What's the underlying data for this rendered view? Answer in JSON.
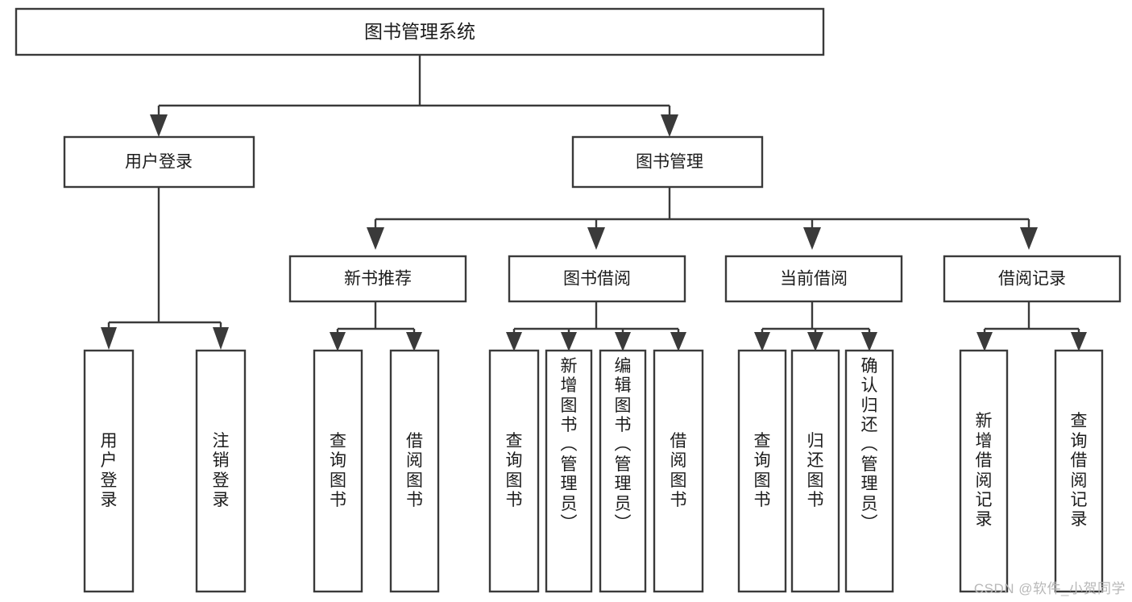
{
  "diagram": {
    "type": "tree",
    "title": "图书管理系统",
    "root": {
      "id": "root",
      "label": "图书管理系统",
      "orientation": "horizontal"
    },
    "level2": [
      {
        "id": "user-login",
        "label": "用户登录",
        "orientation": "horizontal"
      },
      {
        "id": "book-management",
        "label": "图书管理",
        "orientation": "horizontal"
      }
    ],
    "level3": [
      {
        "id": "new-book-recommend",
        "label": "新书推荐",
        "parent": "book-management",
        "orientation": "horizontal"
      },
      {
        "id": "book-borrow",
        "label": "图书借阅",
        "parent": "book-management",
        "orientation": "horizontal"
      },
      {
        "id": "current-borrow",
        "label": "当前借阅",
        "parent": "book-management",
        "orientation": "horizontal"
      },
      {
        "id": "borrow-record",
        "label": "借阅记录",
        "parent": "book-management",
        "orientation": "horizontal"
      }
    ],
    "leaves": [
      {
        "id": "leaf-user-login",
        "label": "用户登录",
        "parent": "user-login",
        "orientation": "vertical",
        "align": "middle"
      },
      {
        "id": "leaf-logout-login",
        "label": "注销登录",
        "parent": "user-login",
        "orientation": "vertical",
        "align": "middle"
      },
      {
        "id": "leaf-query-book-1",
        "label": "查询图书",
        "parent": "new-book-recommend",
        "orientation": "vertical",
        "align": "middle"
      },
      {
        "id": "leaf-borrow-book-1",
        "label": "借阅图书",
        "parent": "new-book-recommend",
        "orientation": "vertical",
        "align": "middle"
      },
      {
        "id": "leaf-query-book-2",
        "label": "查询图书",
        "parent": "book-borrow",
        "orientation": "vertical",
        "align": "middle"
      },
      {
        "id": "leaf-add-book-admin",
        "label": "新增图书（管理员）",
        "parent": "book-borrow",
        "orientation": "vertical",
        "align": "top"
      },
      {
        "id": "leaf-edit-book-admin",
        "label": "编辑图书（管理员）",
        "parent": "book-borrow",
        "orientation": "vertical",
        "align": "top"
      },
      {
        "id": "leaf-borrow-book-2",
        "label": "借阅图书",
        "parent": "book-borrow",
        "orientation": "vertical",
        "align": "middle"
      },
      {
        "id": "leaf-query-book-3",
        "label": "查询图书",
        "parent": "current-borrow",
        "orientation": "vertical",
        "align": "middle"
      },
      {
        "id": "leaf-return-book",
        "label": "归还图书",
        "parent": "current-borrow",
        "orientation": "vertical",
        "align": "middle"
      },
      {
        "id": "leaf-confirm-return-admin",
        "label": "确认归还（管理员）",
        "parent": "current-borrow",
        "orientation": "vertical",
        "align": "top"
      },
      {
        "id": "leaf-add-borrow-record",
        "label": "新增借阅记录",
        "parent": "borrow-record",
        "orientation": "vertical",
        "align": "middle"
      },
      {
        "id": "leaf-query-borrow-record",
        "label": "查询借阅记录",
        "parent": "borrow-record",
        "orientation": "vertical",
        "align": "middle"
      }
    ],
    "colors": {
      "box_fill": "#ffffff",
      "box_stroke": "#3a3a3a",
      "connector": "#3a3a3a",
      "text": "#1c1c1c",
      "background": "#ffffff",
      "watermark": "#b8b8b8"
    }
  },
  "watermark": {
    "text": "CSDN @软件_小贺同学"
  }
}
